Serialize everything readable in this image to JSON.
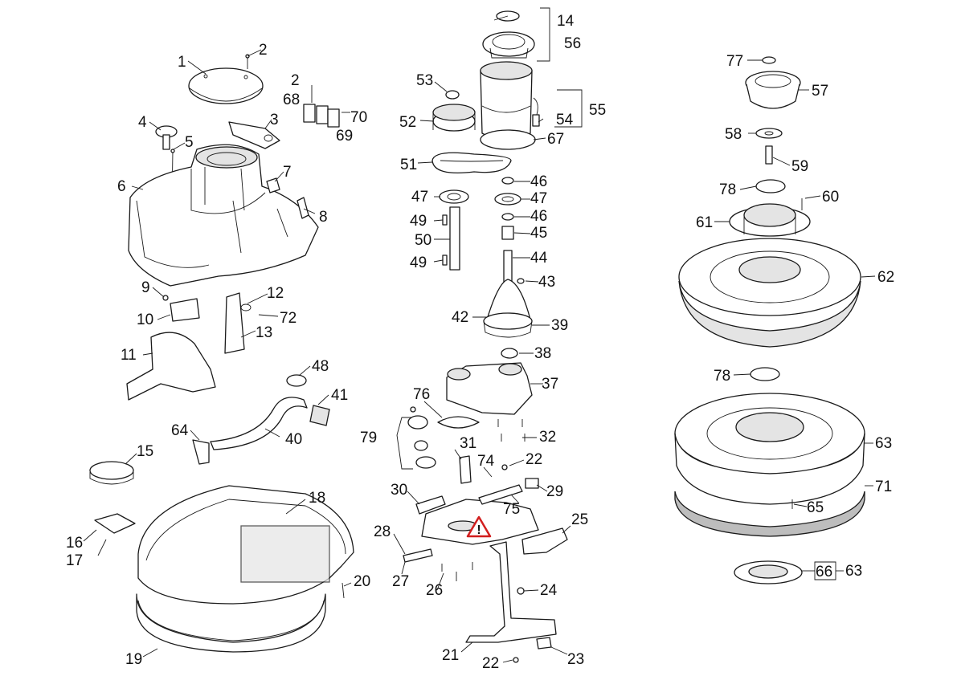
{
  "callouts": [
    {
      "id": "c1",
      "label": "1"
    },
    {
      "id": "c2a",
      "label": "2"
    },
    {
      "id": "c2b",
      "label": "2"
    },
    {
      "id": "c3",
      "label": "3"
    },
    {
      "id": "c4",
      "label": "4"
    },
    {
      "id": "c5",
      "label": "5"
    },
    {
      "id": "c6",
      "label": "6"
    },
    {
      "id": "c7",
      "label": "7"
    },
    {
      "id": "c8",
      "label": "8"
    },
    {
      "id": "c9",
      "label": "9"
    },
    {
      "id": "c10",
      "label": "10"
    },
    {
      "id": "c11",
      "label": "11"
    },
    {
      "id": "c12",
      "label": "12"
    },
    {
      "id": "c13",
      "label": "13"
    },
    {
      "id": "c14",
      "label": "14"
    },
    {
      "id": "c15",
      "label": "15"
    },
    {
      "id": "c16",
      "label": "16"
    },
    {
      "id": "c17",
      "label": "17"
    },
    {
      "id": "c18",
      "label": "18"
    },
    {
      "id": "c19",
      "label": "19"
    },
    {
      "id": "c20",
      "label": "20"
    },
    {
      "id": "c21",
      "label": "21"
    },
    {
      "id": "c22a",
      "label": "22"
    },
    {
      "id": "c22b",
      "label": "22"
    },
    {
      "id": "c23",
      "label": "23"
    },
    {
      "id": "c24",
      "label": "24"
    },
    {
      "id": "c25",
      "label": "25"
    },
    {
      "id": "c26",
      "label": "26"
    },
    {
      "id": "c27",
      "label": "27"
    },
    {
      "id": "c28",
      "label": "28"
    },
    {
      "id": "c29",
      "label": "29"
    },
    {
      "id": "c30",
      "label": "30"
    },
    {
      "id": "c31",
      "label": "31"
    },
    {
      "id": "c32",
      "label": "32"
    },
    {
      "id": "c37",
      "label": "37"
    },
    {
      "id": "c38",
      "label": "38"
    },
    {
      "id": "c39",
      "label": "39"
    },
    {
      "id": "c40",
      "label": "40"
    },
    {
      "id": "c41",
      "label": "41"
    },
    {
      "id": "c42",
      "label": "42"
    },
    {
      "id": "c43",
      "label": "43"
    },
    {
      "id": "c44",
      "label": "44"
    },
    {
      "id": "c45",
      "label": "45"
    },
    {
      "id": "c46a",
      "label": "46"
    },
    {
      "id": "c46b",
      "label": "46"
    },
    {
      "id": "c47a",
      "label": "47"
    },
    {
      "id": "c47b",
      "label": "47"
    },
    {
      "id": "c48",
      "label": "48"
    },
    {
      "id": "c49a",
      "label": "49"
    },
    {
      "id": "c49b",
      "label": "49"
    },
    {
      "id": "c50",
      "label": "50"
    },
    {
      "id": "c51",
      "label": "51"
    },
    {
      "id": "c52",
      "label": "52"
    },
    {
      "id": "c53",
      "label": "53"
    },
    {
      "id": "c54",
      "label": "54"
    },
    {
      "id": "c55",
      "label": "55"
    },
    {
      "id": "c56",
      "label": "56"
    },
    {
      "id": "c57",
      "label": "57"
    },
    {
      "id": "c58",
      "label": "58"
    },
    {
      "id": "c59",
      "label": "59"
    },
    {
      "id": "c60",
      "label": "60"
    },
    {
      "id": "c61",
      "label": "61"
    },
    {
      "id": "c62",
      "label": "62"
    },
    {
      "id": "c63a",
      "label": "63"
    },
    {
      "id": "c63b",
      "label": "63"
    },
    {
      "id": "c64",
      "label": "64"
    },
    {
      "id": "c65",
      "label": "65"
    },
    {
      "id": "c66",
      "label": "66"
    },
    {
      "id": "c67",
      "label": "67"
    },
    {
      "id": "c68",
      "label": "68"
    },
    {
      "id": "c69",
      "label": "69"
    },
    {
      "id": "c70",
      "label": "70"
    },
    {
      "id": "c71",
      "label": "71"
    },
    {
      "id": "c72",
      "label": "72"
    },
    {
      "id": "c74",
      "label": "74"
    },
    {
      "id": "c75",
      "label": "75"
    },
    {
      "id": "c76",
      "label": "76"
    },
    {
      "id": "c77",
      "label": "77"
    },
    {
      "id": "c78a",
      "label": "78"
    },
    {
      "id": "c78b",
      "label": "78"
    },
    {
      "id": "c79",
      "label": "79"
    }
  ],
  "warning_symbol": {
    "glyph": "!",
    "border_color": "#d21f1f",
    "fill_color": "#ffffff"
  }
}
